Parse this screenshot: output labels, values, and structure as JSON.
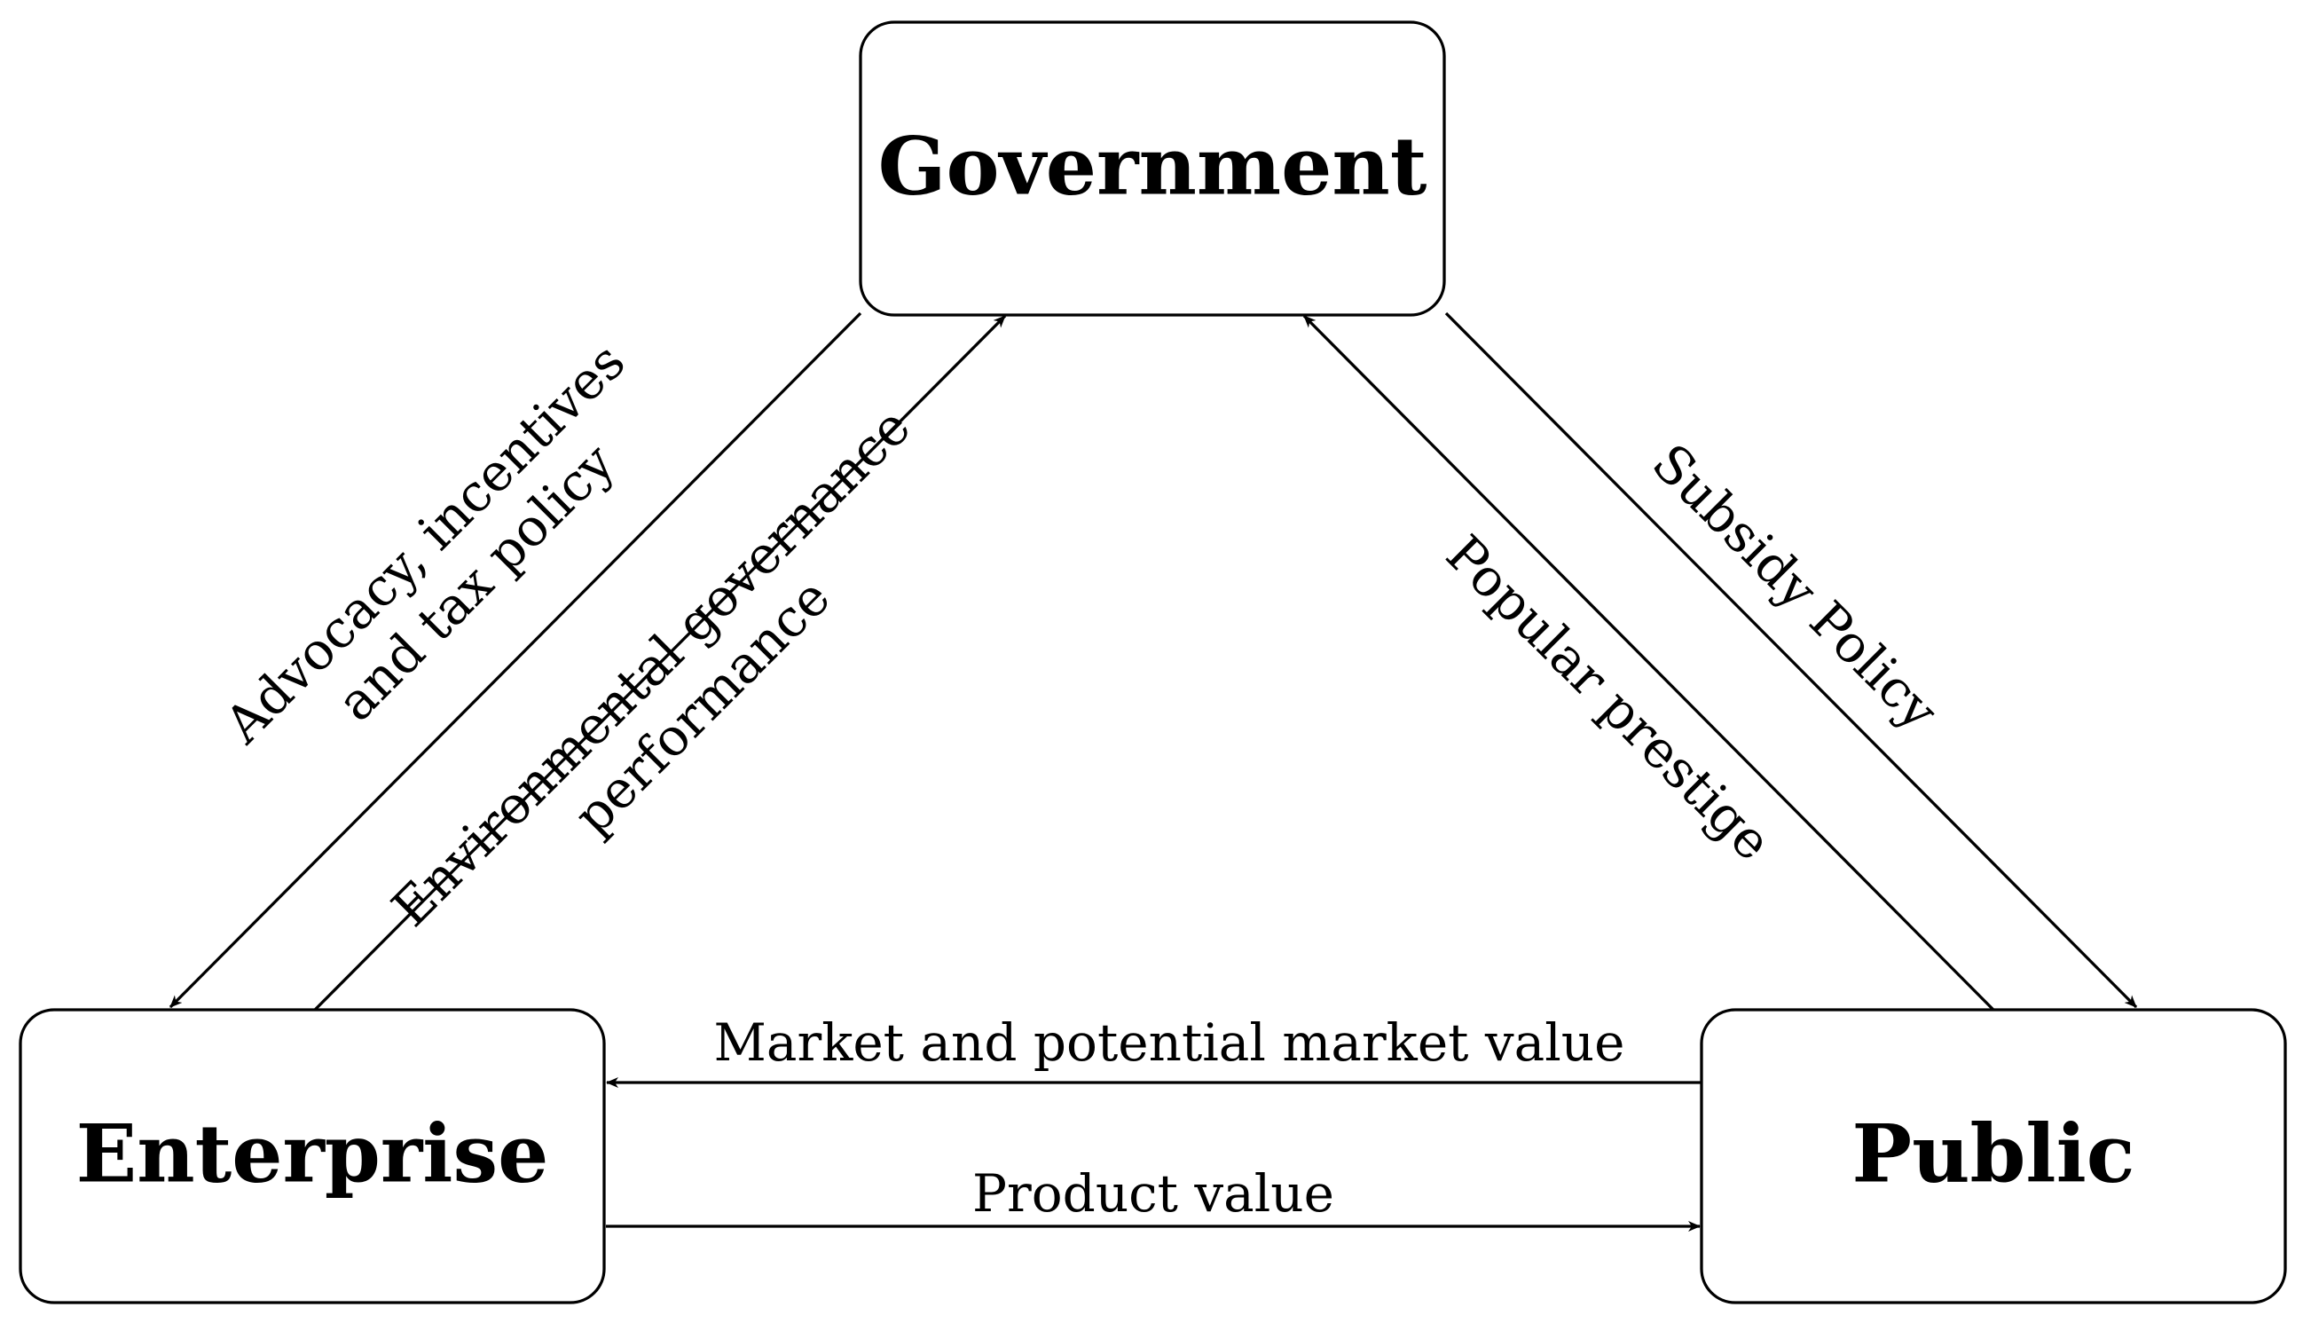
{
  "nodes": {
    "government": "Government",
    "enterprise": "Enterprise",
    "public": "Public"
  },
  "edges": {
    "gov_to_enterprise": [
      "Advocacy, incentives",
      "and tax policy"
    ],
    "enterprise_to_gov": [
      "Environmental governance",
      "performance"
    ],
    "public_to_gov": "Popular prestige",
    "gov_to_public": "Subsidy Policy",
    "public_to_enterprise": "Market and potential market value",
    "enterprise_to_public": "Product value"
  },
  "colors": {
    "stroke": "#000000",
    "background": "#ffffff"
  }
}
